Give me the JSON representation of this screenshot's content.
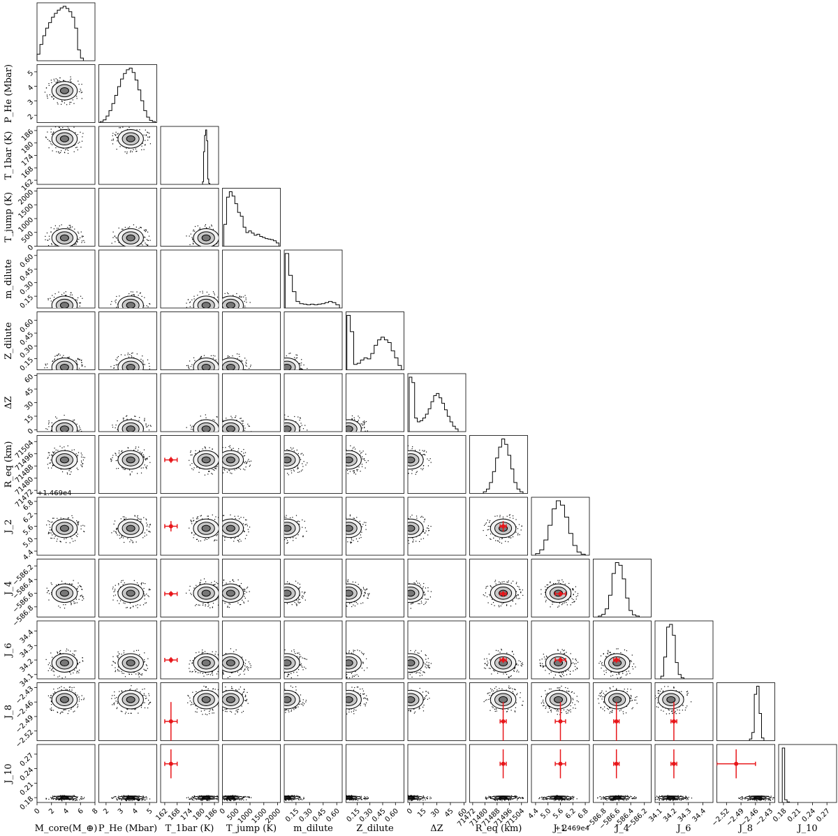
{
  "chart_data": {
    "type": "scatter",
    "subtype": "corner-plot",
    "params": [
      {
        "key": "mcore",
        "label": "M_core(M_⊕)",
        "ticks": [
          "0",
          "2",
          "4",
          "6",
          "8"
        ],
        "range": [
          0,
          8
        ]
      },
      {
        "key": "phe",
        "label": "P_He (Mbar)",
        "ticks": [
          "2",
          "3",
          "4",
          "5"
        ],
        "range": [
          1.5,
          5.5
        ]
      },
      {
        "key": "t1bar",
        "label": "T_1bar (K)",
        "ticks": [
          "162",
          "168",
          "174",
          "180",
          "186"
        ],
        "range": [
          160,
          188
        ]
      },
      {
        "key": "tjump",
        "label": "T_jump (K)",
        "ticks": [
          "0",
          "500",
          "1000",
          "1500",
          "2000"
        ],
        "range": [
          0,
          2100
        ]
      },
      {
        "key": "mdilute",
        "label": "m_dilute",
        "ticks": [
          "0.15",
          "0.30",
          "0.45",
          "0.60"
        ],
        "range": [
          0.02,
          0.66
        ]
      },
      {
        "key": "zdilute",
        "label": "Z_dilute",
        "ticks": [
          "0.15",
          "0.30",
          "0.45",
          "0.60"
        ],
        "range": [
          0.02,
          0.7
        ]
      },
      {
        "key": "dz",
        "label": "ΔZ",
        "ticks": [
          "0",
          "15",
          "30",
          "45",
          "60"
        ],
        "range": [
          -2,
          62
        ]
      },
      {
        "key": "req",
        "label": "R_eq (km)",
        "ticks": [
          "71472",
          "71480",
          "71488",
          "71496",
          "71504"
        ],
        "range": [
          71470,
          71508
        ]
      },
      {
        "key": "j2",
        "label": "J_2",
        "ticks": [
          "4.4",
          "5.0",
          "5.6",
          "6.2",
          "6.8"
        ],
        "range": [
          4.2,
          7.0
        ],
        "offset": "+1.469e4"
      },
      {
        "key": "j4",
        "label": "J_4",
        "ticks": [
          "−586.8",
          "−586.6",
          "−586.4",
          "−586.2"
        ],
        "range": [
          -586.95,
          -586.1
        ]
      },
      {
        "key": "j6",
        "label": "J_6",
        "ticks": [
          "34.1",
          "34.2",
          "34.3",
          "34.4"
        ],
        "range": [
          34.07,
          34.47
        ]
      },
      {
        "key": "j8",
        "label": "J_8",
        "ticks": [
          "−2.52",
          "−2.49",
          "−2.46",
          "−2.43"
        ],
        "range": [
          -2.54,
          -2.42
        ]
      },
      {
        "key": "j10",
        "label": "J_10",
        "ticks": [
          "0.18",
          "0.21",
          "0.24",
          "0.27"
        ],
        "range": [
          0.17,
          0.29
        ]
      }
    ],
    "constraints": {
      "req": {
        "value": 71492,
        "err": 2
      },
      "j2": {
        "value": 5.6,
        "err": 0.25
      },
      "j4": {
        "value": -586.61,
        "err": 0.04
      },
      "j6": {
        "value": 34.2,
        "err": 0.02
      },
      "j8": {
        "value": -2.5,
        "err": 0.04
      },
      "j10": {
        "value": 0.25,
        "err": 0.03
      },
      "t1bar": {
        "value": 165,
        "err": 3
      }
    },
    "constraint_color": "#e8161a",
    "contour_color": "#000000",
    "histograms": {
      "mcore": {
        "centers": [
          0.2,
          0.6,
          1.0,
          1.4,
          1.8,
          2.2,
          2.6,
          3.0,
          3.4,
          3.8,
          4.2,
          4.6,
          5.0,
          5.4,
          5.8,
          6.2
        ],
        "values": [
          0.12,
          0.3,
          0.46,
          0.6,
          0.7,
          0.8,
          0.87,
          0.93,
          0.97,
          1.0,
          0.96,
          0.9,
          0.8,
          0.6,
          0.2,
          0.05
        ]
      },
      "phe": {
        "centers": [
          1.7,
          1.9,
          2.1,
          2.3,
          2.5,
          2.7,
          2.9,
          3.1,
          3.3,
          3.5,
          3.7,
          3.9,
          4.1,
          4.3,
          4.5,
          4.7,
          4.9,
          5.1,
          5.3
        ],
        "values": [
          0.02,
          0.05,
          0.12,
          0.22,
          0.35,
          0.5,
          0.66,
          0.8,
          0.9,
          0.97,
          1.0,
          0.92,
          0.78,
          0.6,
          0.4,
          0.22,
          0.1,
          0.04,
          0.02
        ]
      },
      "t1bar": {
        "centers": [
          180.5,
          181.0,
          181.5,
          182.0,
          182.5,
          183.0,
          183.5
        ],
        "values": [
          0.05,
          0.6,
          0.9,
          1.0,
          0.8,
          0.1,
          0.02
        ]
      },
      "tjump": {
        "centers": [
          100,
          200,
          300,
          400,
          500,
          600,
          700,
          800,
          900,
          1000,
          1100,
          1200,
          1300,
          1400,
          1500,
          1600,
          1700,
          1800,
          1900,
          2000
        ],
        "values": [
          0.4,
          0.9,
          1.0,
          0.92,
          0.78,
          0.62,
          0.55,
          0.35,
          0.25,
          0.28,
          0.24,
          0.2,
          0.22,
          0.18,
          0.16,
          0.14,
          0.13,
          0.12,
          0.1,
          0.06
        ]
      },
      "mdilute": {
        "centers": [
          0.05,
          0.09,
          0.13,
          0.17,
          0.21,
          0.25,
          0.29,
          0.33,
          0.37,
          0.41,
          0.45,
          0.49,
          0.53,
          0.57,
          0.61
        ],
        "values": [
          1.0,
          0.6,
          0.3,
          0.12,
          0.08,
          0.07,
          0.06,
          0.07,
          0.06,
          0.07,
          0.08,
          0.1,
          0.12,
          0.1,
          0.06
        ]
      },
      "zdilute": {
        "centers": [
          0.05,
          0.09,
          0.13,
          0.17,
          0.21,
          0.25,
          0.29,
          0.33,
          0.37,
          0.41,
          0.45,
          0.49,
          0.53,
          0.57,
          0.61,
          0.65
        ],
        "values": [
          1.0,
          0.7,
          0.1,
          0.12,
          0.18,
          0.22,
          0.2,
          0.3,
          0.45,
          0.55,
          0.6,
          0.55,
          0.5,
          0.35,
          0.22,
          0.08
        ]
      },
      "dz": {
        "centers": [
          1,
          4,
          7,
          10,
          13,
          16,
          19,
          22,
          25,
          28,
          31,
          34,
          37,
          40,
          43,
          46,
          49,
          52
        ],
        "values": [
          1.0,
          0.9,
          0.25,
          0.18,
          0.2,
          0.25,
          0.32,
          0.42,
          0.55,
          0.66,
          0.7,
          0.62,
          0.52,
          0.4,
          0.28,
          0.18,
          0.1,
          0.05
        ]
      },
      "req": {
        "centers": [
          71480,
          71482,
          71484,
          71486,
          71488,
          71490,
          71492,
          71494,
          71496,
          71498,
          71500,
          71502,
          71504
        ],
        "values": [
          0.03,
          0.08,
          0.2,
          0.4,
          0.65,
          0.85,
          1.0,
          0.9,
          0.7,
          0.45,
          0.2,
          0.08,
          0.03
        ]
      },
      "j2": {
        "centers": [
          4.5,
          4.7,
          4.9,
          5.1,
          5.3,
          5.5,
          5.7,
          5.9,
          6.1,
          6.3,
          6.5,
          6.7
        ],
        "values": [
          0.03,
          0.1,
          0.28,
          0.55,
          0.85,
          1.0,
          0.92,
          0.7,
          0.4,
          0.18,
          0.06,
          0.02
        ]
      },
      "j4": {
        "centers": [
          -586.85,
          -586.8,
          -586.75,
          -586.7,
          -586.65,
          -586.6,
          -586.55,
          -586.5,
          -586.45,
          -586.4,
          -586.35,
          -586.3
        ],
        "values": [
          0.02,
          0.05,
          0.15,
          0.4,
          0.8,
          1.0,
          0.95,
          0.7,
          0.35,
          0.12,
          0.04,
          0.02
        ]
      },
      "j6": {
        "centers": [
          34.12,
          34.14,
          34.16,
          34.18,
          34.2,
          34.22,
          34.24,
          34.26
        ],
        "values": [
          0.05,
          0.4,
          0.95,
          1.0,
          0.8,
          0.3,
          0.08,
          0.02
        ]
      },
      "j8": {
        "centers": [
          -2.47,
          -2.465,
          -2.46,
          -2.455,
          -2.45,
          -2.445
        ],
        "values": [
          0.03,
          0.15,
          0.85,
          1.0,
          0.5,
          0.05
        ]
      },
      "j10": {
        "centers": [
          0.18,
          0.185,
          0.19
        ],
        "values": [
          1.0,
          0.05,
          0.01
        ]
      }
    }
  }
}
